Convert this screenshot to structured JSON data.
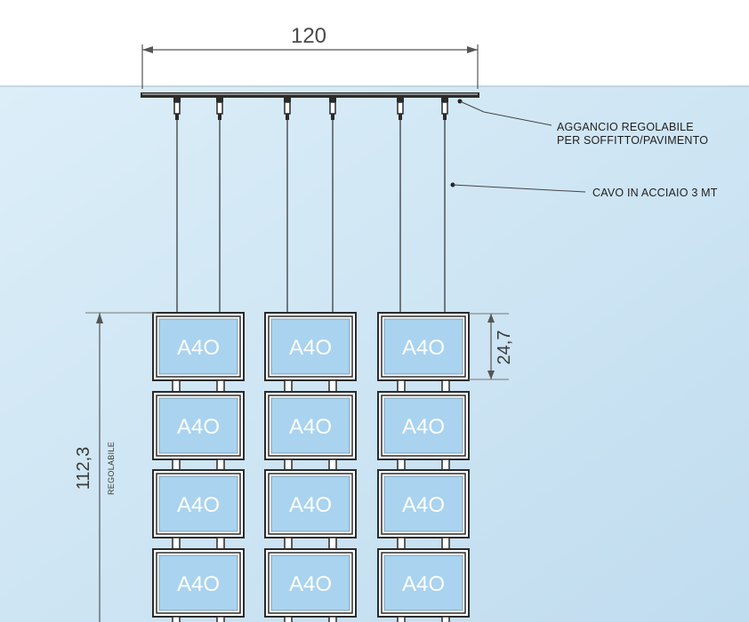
{
  "top_dimension": "120",
  "callouts": {
    "hook_line1": "AGGANCIO REGOLABILE",
    "hook_line2": "PER SOFFITTO/PAVIMENTO",
    "cable": "CAVO IN ACCIAIO 3 MT"
  },
  "height_dimension": "112,3",
  "height_note": "REGOLABILE",
  "panel_height_dimension": "24,7",
  "panel_label": "A4O",
  "colors": {
    "wall_top": "#d9ecf7",
    "wall_bottom": "#c2def1",
    "panel_fill": "#a9d3ef",
    "frame_dark": "#2b2b2b",
    "line": "#333333"
  }
}
